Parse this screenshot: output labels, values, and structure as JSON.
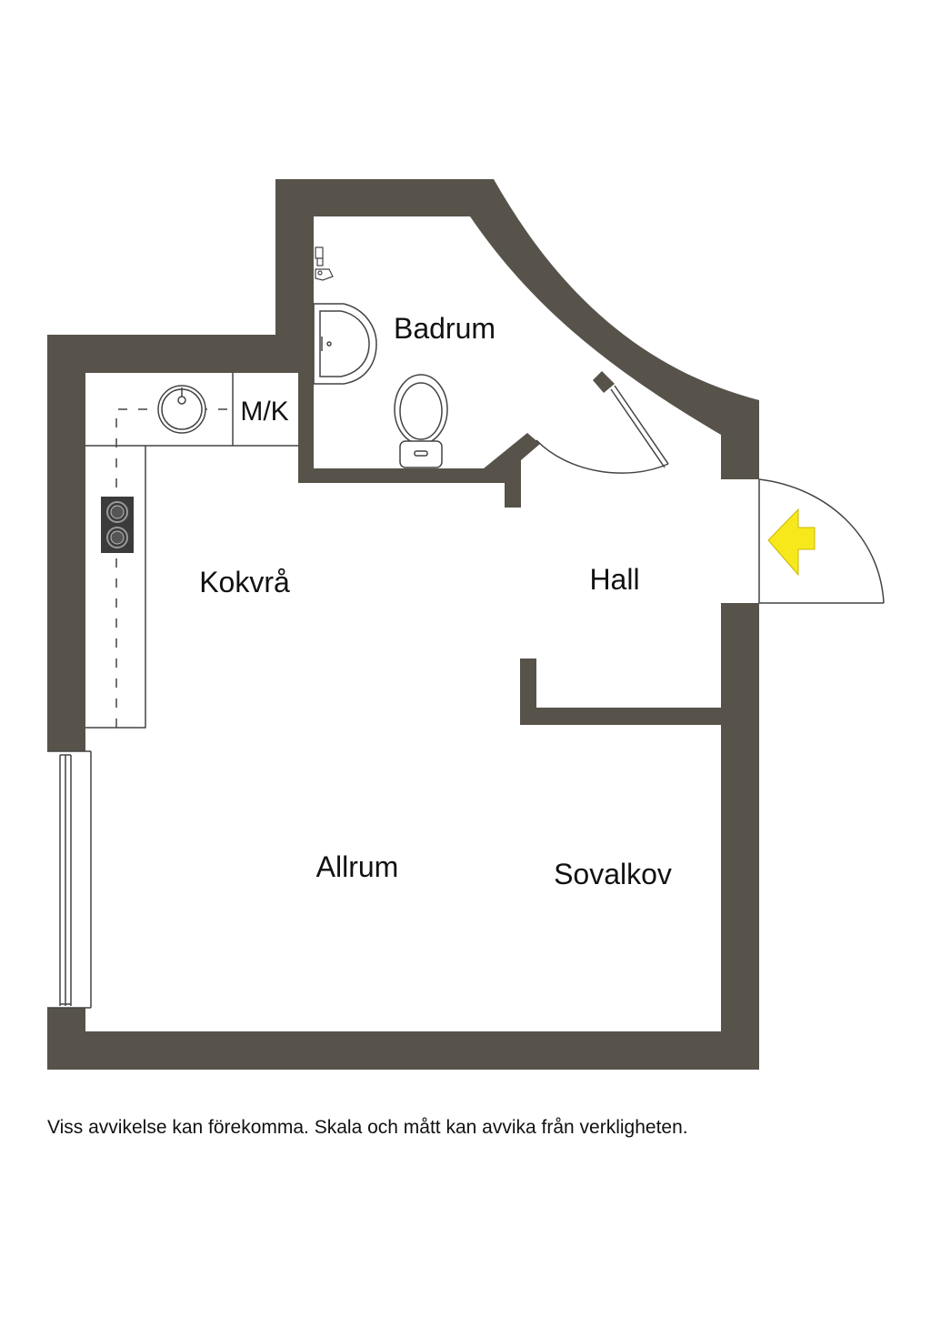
{
  "colors": {
    "wall": "#57534a",
    "entrance_arrow": "#f7e81c",
    "entrance_arrow_outline": "#c9b800",
    "fixture_line": "#444444"
  },
  "rooms": {
    "badrum": "Badrum",
    "mk": "M/K",
    "kokvra": "Kokvrå",
    "hall": "Hall",
    "allrum": "Allrum",
    "sovalkov": "Sovalkov"
  },
  "icons": {
    "entrance": "entrance-arrow-icon",
    "stove": "stove-icon",
    "kitchen_sink": "kitchen-sink-icon",
    "bath_sink": "bath-sink-icon",
    "toilet": "toilet-icon",
    "faucet": "faucet-icon"
  },
  "footer": {
    "disclaimer": "Viss avvikelse kan förekomma. Skala och mått kan avvika från verkligheten."
  }
}
